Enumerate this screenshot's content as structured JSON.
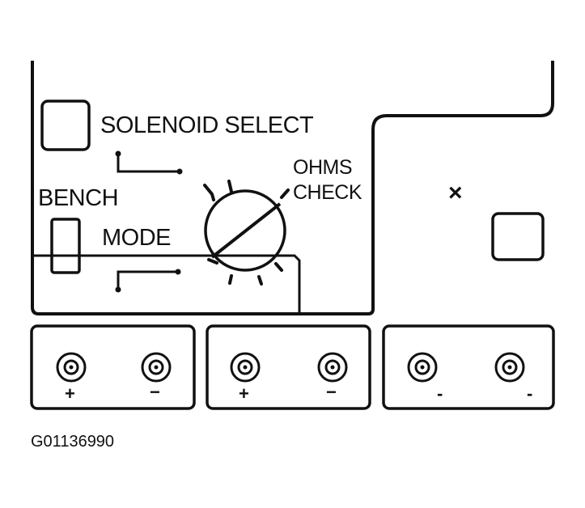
{
  "labels": {
    "solenoid_select": "SOLENOID SELECT",
    "ohms": "OHMS",
    "check": "CHECK",
    "bench": "BENCH",
    "mode": "MODE",
    "marker": "×"
  },
  "terminal_groups": [
    {
      "plus": "+",
      "minus": "−"
    },
    {
      "plus": "+",
      "minus": "−"
    },
    {
      "plus": "-",
      "minus": "-"
    }
  ],
  "figure_id": "G01136990",
  "colors": {
    "ink": "#111111",
    "paper": "#ffffff"
  }
}
